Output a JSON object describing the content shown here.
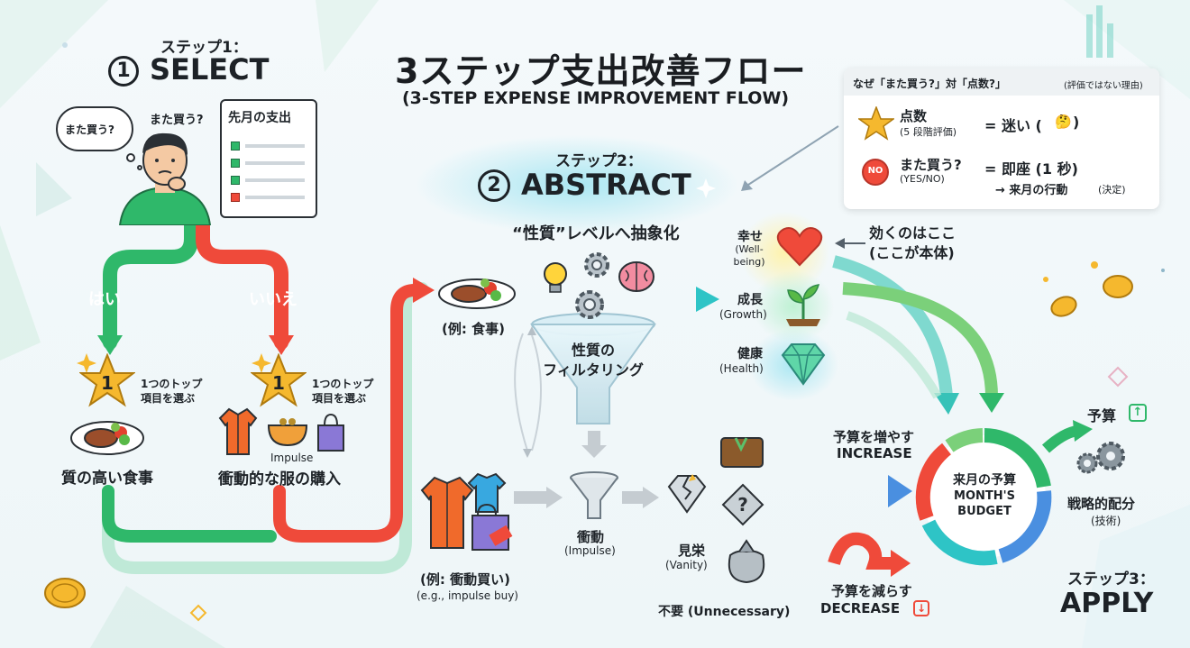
{
  "title": "3ステップ支出改善フロー",
  "subtitle": "(3-STEP EXPENSE IMPROVEMENT FLOW)",
  "step1": {
    "step_label": "ステップ1：",
    "name": "SELECT",
    "thought_bubble": "また買う?",
    "question": "また買う?",
    "list_title": "先月の支出",
    "yes_label": "はい",
    "no_label": "いいえ",
    "badge_number": "1",
    "yes_pick": "1つのトップ\n項目を選ぶ",
    "no_pick": "1つのトップ\n項目を選ぶ",
    "yes_result": "質の高い食事",
    "no_sub": "Impulse",
    "no_result": "衝動的な服の購入"
  },
  "step2": {
    "step_label": "ステップ2：",
    "name": "ABSTRACT",
    "abstract_title": "“性質”レベルへ抽象化",
    "filter_label": "性質の\nフィルタリング",
    "example_meal": "(例: 食事)",
    "example_impulse": "(例: 衝動買い)",
    "example_impulse_en": "(e.g., impulse buy)",
    "impulse_label": "衝動",
    "impulse_en": "(Impulse)",
    "good_natures": [
      {
        "jp": "幸せ",
        "en": "(Well-\nbeing)",
        "icon": "heart-icon"
      },
      {
        "jp": "成長",
        "en": "(Growth)",
        "icon": "sprout-icon"
      },
      {
        "jp": "健康",
        "en": "(Health)",
        "icon": "diamond-icon"
      }
    ],
    "effective_note": "効くのはここ\n(ここが本体)",
    "vanity_label": "見栄",
    "vanity_en": "(Vanity)",
    "unnecessary_label": "不要 (Unnecessary)"
  },
  "step3": {
    "step_label": "ステップ3：",
    "name": "APPLY",
    "increase_jp": "予算を増やす",
    "increase_en": "INCREASE",
    "decrease_jp": "予算を減らす",
    "decrease_en": "DECREASE",
    "budget_jp": "来月の予算",
    "budget_en": "MONTH'S\nBUDGET",
    "budget_up": "予算",
    "strategy_jp": "戦略的配分",
    "strategy_sub": "(技術)"
  },
  "info_box": {
    "title": "なぜ「また買う?」対「点数?」",
    "title_small": "(評価ではない理由)",
    "row1_label": "点数",
    "row1_sub": "(5 段階評価)",
    "row1_result": "= 迷い (",
    "row1_emoji": "🤔",
    "row1_close": ")",
    "row2_badge": "NO",
    "row2_label": "また買う?",
    "row2_sub": "(YES/NO)",
    "row2_result": "= 即座 (1 秒)",
    "row2_action": "→ 来月の行動",
    "row2_action_small": "(決定)"
  },
  "colors": {
    "green": "#2fb86a",
    "red": "#ef4a3a",
    "blue": "#4a8fe0",
    "teal": "#2ec4c6",
    "gold": "#f5b82e",
    "text": "#1d2227"
  }
}
